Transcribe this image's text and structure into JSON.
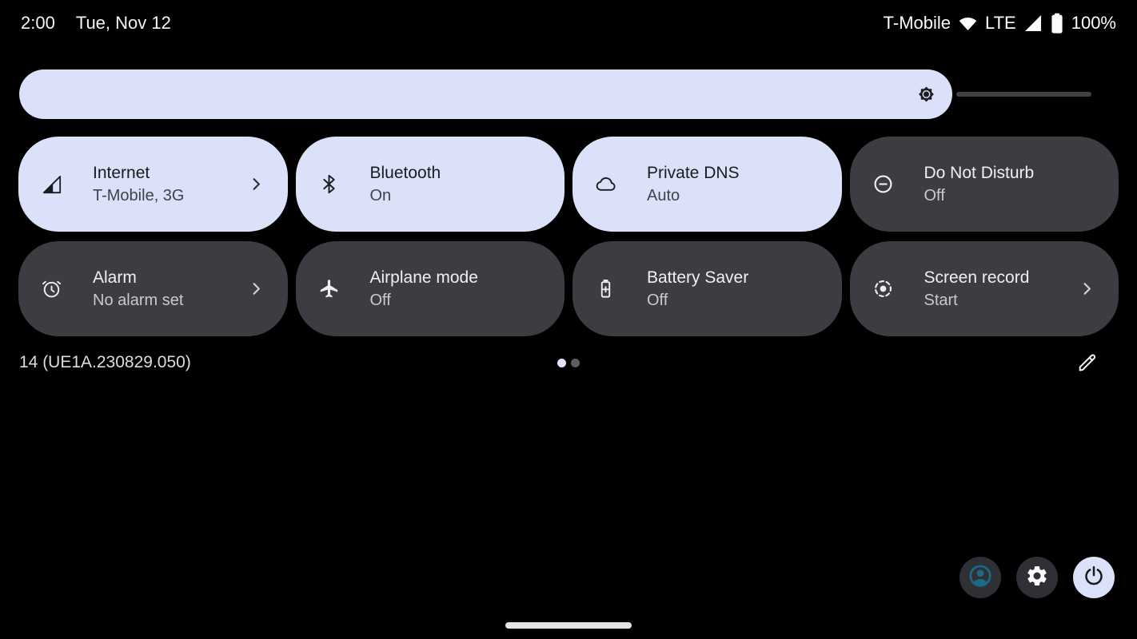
{
  "status_bar": {
    "time": "2:00",
    "date": "Tue, Nov 12",
    "carrier": "T-Mobile",
    "network_type": "LTE",
    "battery_percent": "100%"
  },
  "brightness": {
    "fill_percent": 87
  },
  "quick_settings": {
    "tiles": [
      {
        "id": "internet",
        "label": "Internet",
        "status": "T-Mobile, 3G",
        "icon": "signal-cellular-icon",
        "active": true,
        "chevron": true
      },
      {
        "id": "bluetooth",
        "label": "Bluetooth",
        "status": "On",
        "icon": "bluetooth-icon",
        "active": true,
        "chevron": false
      },
      {
        "id": "private-dns",
        "label": "Private DNS",
        "status": "Auto",
        "icon": "cloud-icon",
        "active": true,
        "chevron": false
      },
      {
        "id": "do-not-disturb",
        "label": "Do Not Disturb",
        "status": "Off",
        "icon": "do-not-disturb-icon",
        "active": false,
        "chevron": false
      },
      {
        "id": "alarm",
        "label": "Alarm",
        "status": "No alarm set",
        "icon": "alarm-icon",
        "active": false,
        "chevron": true
      },
      {
        "id": "airplane-mode",
        "label": "Airplane mode",
        "status": "Off",
        "icon": "airplane-icon",
        "active": false,
        "chevron": false
      },
      {
        "id": "battery-saver",
        "label": "Battery Saver",
        "status": "Off",
        "icon": "battery-saver-icon",
        "active": false,
        "chevron": false
      },
      {
        "id": "screen-record",
        "label": "Screen record",
        "status": "Start",
        "icon": "screen-record-icon",
        "active": false,
        "chevron": true
      }
    ],
    "page_indicator": {
      "pages": 2,
      "active_page": 0
    }
  },
  "footer": {
    "build_number": "14 (UE1A.230829.050)"
  },
  "colors": {
    "accent_light": "#dbe1f9",
    "tile_inactive": "#3c3d42",
    "button_dark": "#2e3035",
    "avatar_teal": "#1b6a87",
    "slider_track": "#3f4144"
  }
}
